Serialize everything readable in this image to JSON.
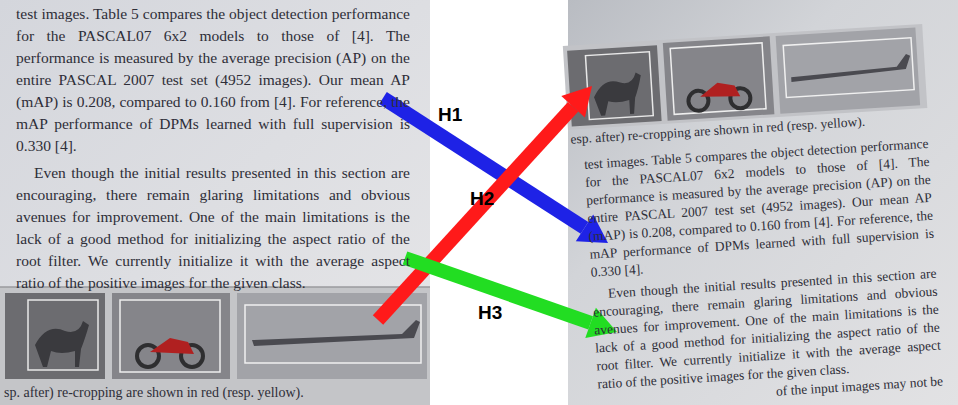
{
  "diagram": {
    "labels": [
      "test images. Table 5 compares the object detection performance for the PASCAL07 6x2 models to those of [4]. The performance is measured by the average precision (AP) on the entire PASCAL 2007 test set (4952 images). Our mean AP (mAP) is 0.208, compared to 0.160 from [4]. For reference, the mAP performance of DPMs learned with full supervision is 0.330 [4].",
      "Even though the initial results presented in this section are encouraging, there remain glaring limitations and obvious avenues for improvement. One of the main limitations is the lack of a good method for initializing the aspect ratio of the root filter. We currently initialize it with the average aspect ratio of the positive images for the given class.",
      "sp. after) re-cropping are shown in red (resp. yellow).",
      "H1",
      "H2",
      "H3",
      "esp. after) re-cropping are shown in red (resp. yellow).",
      "test images. Table 5 compares the object detection performance for the PASCAL07 6x2 models to those of [4]. The performance is measured by the average precision (AP) on the entire PASCAL 2007 test set (4952 images). Our mean AP (mAP) is 0.208, compared to 0.160 from [4]. For reference, the mAP performance of DPMs learned with full supervision is 0.330 [4].",
      "Even though the initial results presented in this section are encouraging, there remain glaring limitations and obvious avenues for improvement. One of the main limitations is the lack of a good method for initializing the aspect ratio of the root filter. We currently initialize it with the average aspect ratio of the positive images for the given class.",
      "of the input images may not be"
    ]
  }
}
